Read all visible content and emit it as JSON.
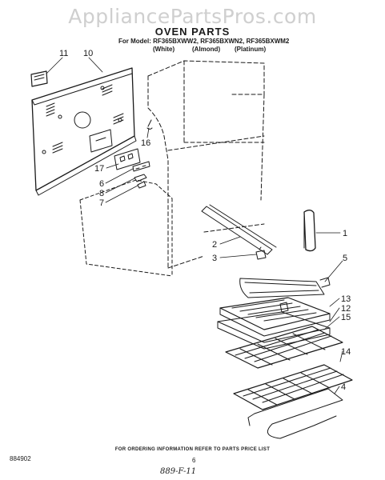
{
  "header": {
    "watermark": "AppliancePartsPros.com",
    "title": "OVEN PARTS",
    "models": "For Model: RF365BXWW2, RF365BXWN2, RF365BXWM2",
    "colors": [
      "(White)",
      "(Almond)",
      "(Platinum)"
    ]
  },
  "callouts": [
    "11",
    "10",
    "16",
    "17",
    "6",
    "8",
    "7",
    "1",
    "2",
    "3",
    "5",
    "13",
    "12",
    "15",
    "14",
    "4"
  ],
  "footer": {
    "note": "FOR ORDERING INFORMATION REFER TO PARTS PRICE LIST",
    "doc_number": "884902",
    "page_number": "6",
    "handwritten": "889-F-11"
  }
}
